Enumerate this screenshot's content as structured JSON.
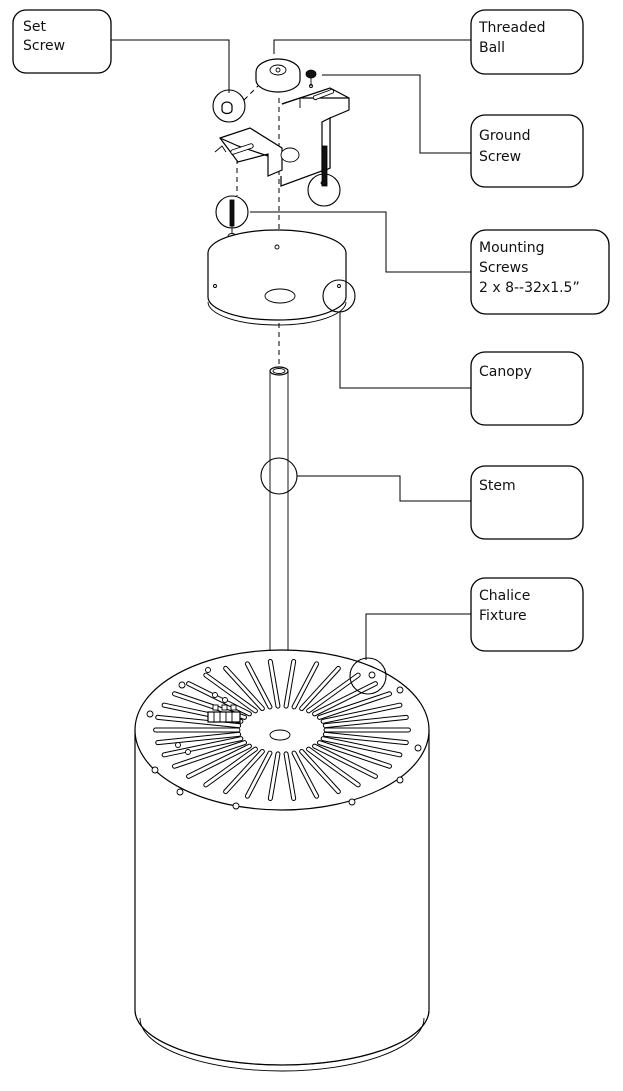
{
  "callouts": {
    "set_screw": [
      "Set",
      "Screw"
    ],
    "threaded_ball": [
      "Threaded",
      "Ball"
    ],
    "ground_screw": [
      "Ground",
      "Screw"
    ],
    "mounting_screws": [
      "Mounting",
      "Screws",
      "2 x 8--32x1.5”"
    ],
    "canopy": [
      "Canopy"
    ],
    "stem": [
      "Stem"
    ],
    "chalice_fixture": [
      "Chalice",
      "Fixture"
    ]
  },
  "icons": {
    "set_screw": "set-screw-icon",
    "threaded_ball": "threaded-ball-icon",
    "ground_screw": "ground-screw-icon",
    "mounting_screws": "mounting-screw-icon",
    "canopy": "canopy-icon",
    "stem": "stem-icon",
    "chalice_fixture": "chalice-fixture-icon"
  },
  "colors": {
    "line": "#000000",
    "background": "#ffffff",
    "text": "#111111"
  }
}
